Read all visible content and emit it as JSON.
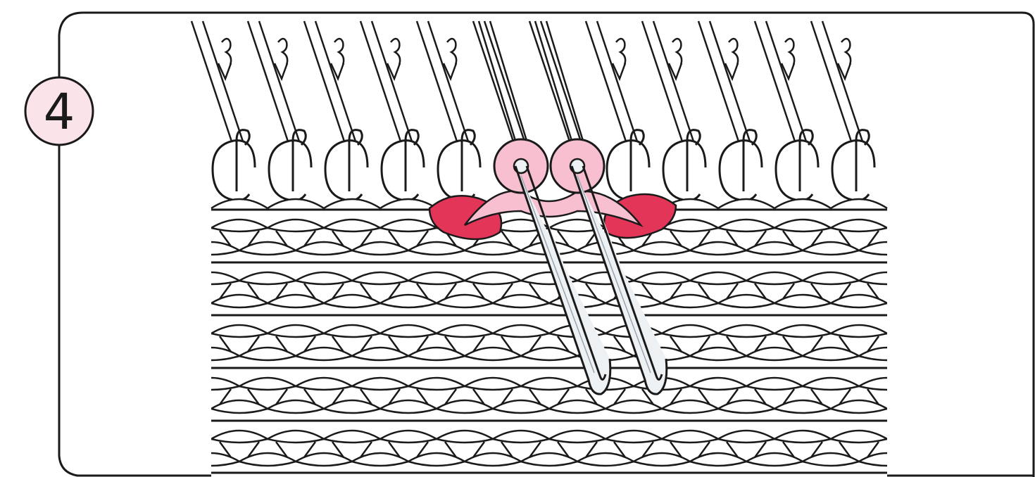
{
  "step": {
    "number": "4"
  },
  "colors": {
    "ink": "#1a1a1a",
    "paper": "#ffffff",
    "badge_fill": "#fbe3ea",
    "loop_light_pink": "#f7bfd0",
    "loop_dark_pink": "#e23558",
    "needle_fill": "#eef1f4"
  },
  "illustration": {
    "subject": "knitting-machine-needles-transfer",
    "needles_in_row": 12,
    "highlighted_needles": 2,
    "knit_rows": 5
  }
}
